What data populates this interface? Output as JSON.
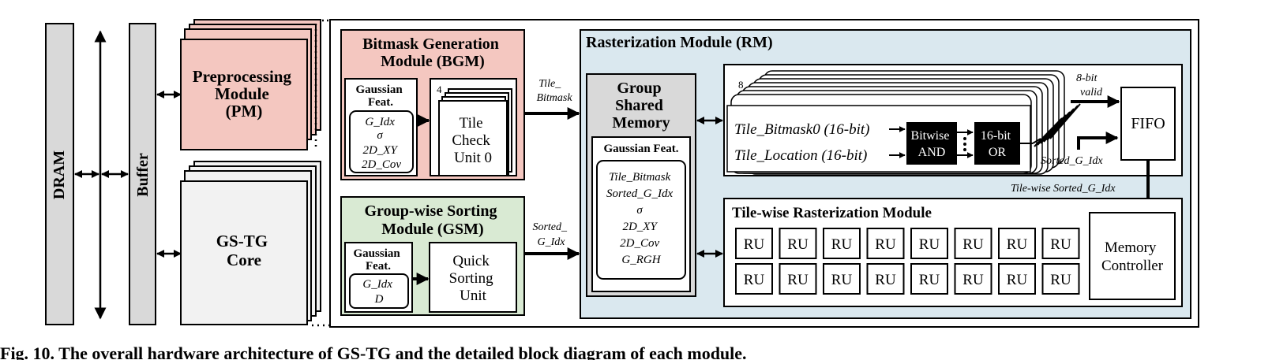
{
  "dram": "DRAM",
  "buffer": "Buffer",
  "pm": {
    "lines": [
      "Preprocessing",
      "Module",
      "(PM)"
    ]
  },
  "gstg": {
    "lines": [
      "GS-TG",
      "Core"
    ]
  },
  "bgm": {
    "title": [
      "Bitmask Generation",
      "Module (BGM)"
    ],
    "feat_title": [
      "Gaussian",
      "Feat."
    ],
    "feat_items": [
      "G_Idx",
      "σ",
      "2D_XY",
      "2D_Cov"
    ],
    "stack_count": "4",
    "unit": [
      "Tile",
      "Check",
      "Unit 0"
    ]
  },
  "gsm": {
    "title": [
      "Group-wise Sorting",
      "Module (GSM)"
    ],
    "feat_title": [
      "Gaussian",
      "Feat."
    ],
    "feat_items": [
      "G_Idx",
      "D"
    ],
    "unit": [
      "Quick",
      "Sorting",
      "Unit"
    ]
  },
  "arrows": {
    "tile_bitmask": [
      "Tile_",
      "Bitmask"
    ],
    "sorted_g_idx": [
      "Sorted_",
      "G_Idx"
    ]
  },
  "rm": {
    "title": "Rasterization Module (RM)",
    "gsmem": {
      "title": [
        "Group",
        "Shared",
        "Memory"
      ],
      "feat_title": "Gaussian Feat.",
      "feat_items": [
        "Tile_Bitmask",
        "Sorted_G_Idx",
        "σ",
        "2D_XY",
        "2D_Cov",
        "G_RGH"
      ]
    },
    "bitwise": {
      "stack_count": "8",
      "input1": "Tile_Bitmask0 (16-bit)",
      "input2": "Tile_Location (16-bit)",
      "and_gate": [
        "Bitwise",
        "AND"
      ],
      "or_gate": [
        "16-bit",
        "OR"
      ],
      "valid": [
        "8-bit",
        "valid"
      ],
      "sorted_label": "Sorted_G_Idx",
      "fifo": "FIFO"
    },
    "tile_wise_label": "Tile-wise Sorted_G_Idx",
    "trm": {
      "title": "Tile-wise Rasterization Module",
      "ru_label": "RU",
      "memory_controller": [
        "Memory",
        "Controller"
      ]
    }
  },
  "caption": "Fig. 10. The overall hardware architecture of GS-TG and the detailed block diagram of each module."
}
